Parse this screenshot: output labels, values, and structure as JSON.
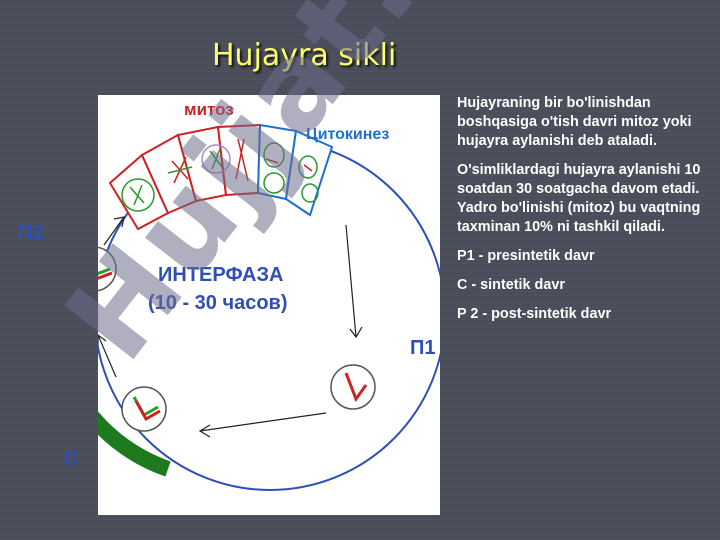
{
  "slide": {
    "title": "Hujayra sikli",
    "paragraphs": [
      "Hujayraning bir bo'linishdan boshqasiga o'tish davri mitoz yoki hujayra aylanishi deb ataladi.",
      "O'simliklardagi hujayra aylanishi 10 soatdan 30 soatgacha davom etadi. Yadro bo'linishi (mitoz) bu vaqtning taxminan 10% ni tashkil qiladi.",
      "P1 - presintetik davr",
      "C - sintetik davr",
      "P 2 - post-sintetik davr"
    ]
  },
  "diagram": {
    "mitosis_label": "митоз",
    "cytokinesis_label": "Цитокинез",
    "interphase_label": "ИНТЕРФАЗА",
    "duration_label": "(10 - 30 часов)",
    "g1_label": "П1",
    "g2_label": "П2",
    "s_label": "С",
    "colors": {
      "mitosis": "#cc2222",
      "cytokinesis": "#1f6fd1",
      "interphase": "#2f4fb8",
      "s_phase": "#1f7a1f",
      "chromosome_green": "#2a9a2a",
      "chromosome_red": "#cc2222"
    }
  },
  "watermark": {
    "text": "Hujjat.uz"
  }
}
